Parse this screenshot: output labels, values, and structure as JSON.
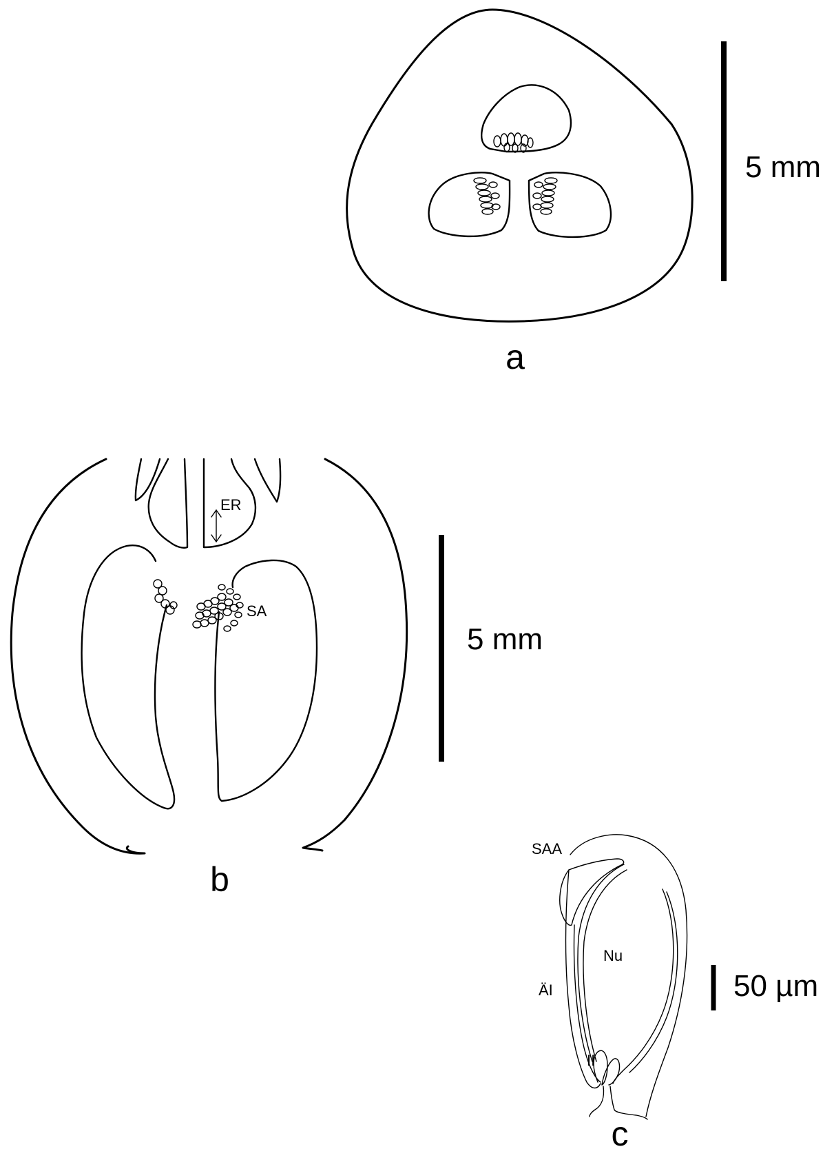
{
  "panel_a": {
    "label": "a",
    "scale_label": "5 mm"
  },
  "panel_b": {
    "label": "b",
    "scale_label": "5 mm",
    "annotations": {
      "er": "ER",
      "sa": "SA"
    }
  },
  "panel_c": {
    "label": "c",
    "scale_label": "50 µm",
    "annotations": {
      "saa": "SAA",
      "nu": "Nu",
      "ai": "ÄI",
      "ii": "II"
    }
  },
  "colors": {
    "line": "#000000",
    "background": "#ffffff"
  }
}
